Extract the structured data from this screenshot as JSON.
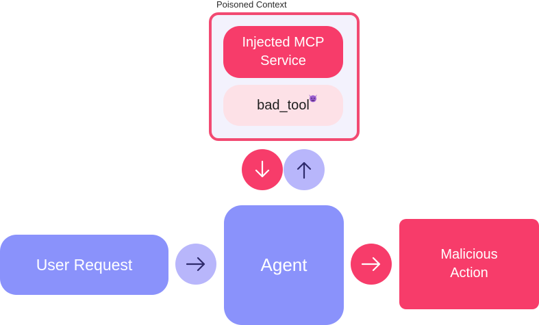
{
  "context": {
    "title": "Poisoned Context",
    "service_label": "Injected MCP\nService",
    "tool_label": "bad_tool",
    "tool_badge_icon": "devil-icon"
  },
  "nodes": {
    "user_request": "User Request",
    "agent": "Agent",
    "malicious_action": "Malicious\nAction"
  },
  "connectors": {
    "context_to_agent_icon": "arrow-down-icon",
    "agent_to_context_icon": "arrow-up-icon",
    "user_to_agent_icon": "arrow-right-icon",
    "agent_to_action_icon": "arrow-right-icon"
  },
  "colors": {
    "pink": "#f73c6a",
    "pink_border": "#f24a72",
    "light_pink": "#fde1e7",
    "periwinkle": "#8a92fb",
    "lavender": "#b8b6fb",
    "context_bg": "#f3f2fd",
    "arrow_dark": "#2e2a6b"
  }
}
